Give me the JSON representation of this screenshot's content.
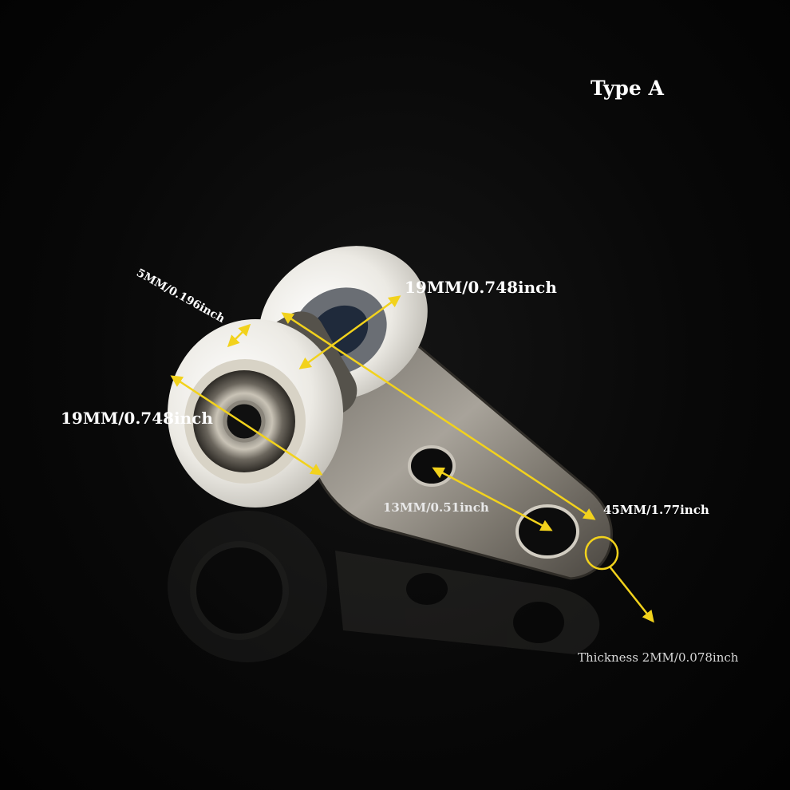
{
  "title": "Type A",
  "dimensions": {
    "wheel_width": "19MM/0.748inch",
    "wheel_thickness": "5MM/0.196inch",
    "wheel_diameter": "19MM/0.748inch",
    "hole_spacing": "13MM/0.51inch",
    "arm_length": "45MM/1.77inch",
    "plate_thickness": "Thickness 2MM/0.078inch"
  },
  "colors": {
    "background": "#050505",
    "annotation": "#f2d21c",
    "text": "#ffffff"
  }
}
